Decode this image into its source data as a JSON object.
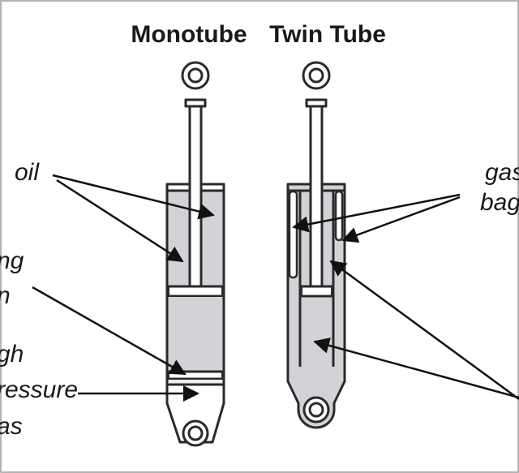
{
  "titles": {
    "monotube": "Monotube",
    "twin_tube": "Twin Tube"
  },
  "labels": {
    "oil": "oil",
    "floating_piston_line1": "ng",
    "floating_piston_line2": "n",
    "high_pressure_gas_line1": "gh",
    "high_pressure_gas_line2": "ressure",
    "high_pressure_gas_line3": "as",
    "gas_bag_line1": "gas",
    "gas_bag_line2": "bag"
  },
  "colors": {
    "outline": "#2a2a2a",
    "oil_fill": "#d2d3d7",
    "gas_fill": "#eeeeee",
    "rod_fill": "#ffffff",
    "text": "#1a1a1a"
  }
}
